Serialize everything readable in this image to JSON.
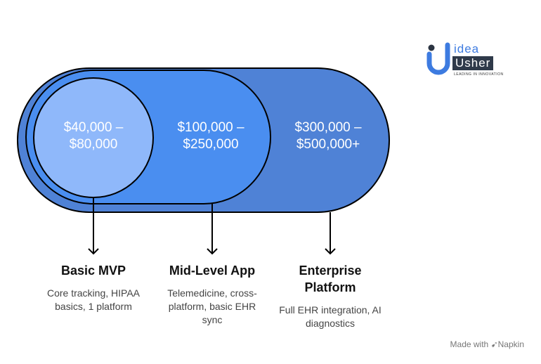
{
  "logo": {
    "line1": "idea",
    "line2": "Usher",
    "tagline": "LEADING IN INNOVATION"
  },
  "tiers": [
    {
      "price": "$40,000 –\n$80,000",
      "price_line1": "$40,000 –",
      "price_line2": "$80,000",
      "title": "Basic MVP",
      "description": "Core tracking, HIPAA basics, 1 platform",
      "color": "#8fb8fa"
    },
    {
      "price_line1": "$100,000 –",
      "price_line2": "$250,000",
      "title": "Mid-Level App",
      "description": "Telemedicine, cross-platform, basic EHR sync",
      "color": "#4a8ef0"
    },
    {
      "price_line1": "$300,000 –",
      "price_line2": "$500,000+",
      "title": "Enterprise Platform",
      "description": "Full EHR integration, AI diagnostics",
      "color": "#4f82d6"
    }
  ],
  "footer": {
    "made_with": "Made with",
    "brand": "Napkin"
  }
}
